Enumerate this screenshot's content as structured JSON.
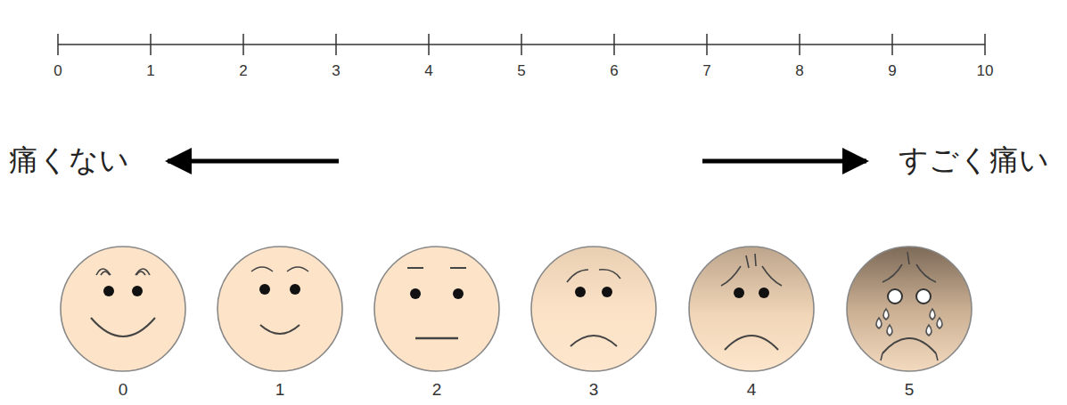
{
  "diagram": {
    "labels": [
      "0",
      "1",
      "2",
      "3",
      "4",
      "5",
      "6",
      "7",
      "8",
      "9",
      "10",
      "痛くない",
      "すごく痛い",
      "0",
      "1",
      "2",
      "3",
      "4",
      "5"
    ]
  }
}
